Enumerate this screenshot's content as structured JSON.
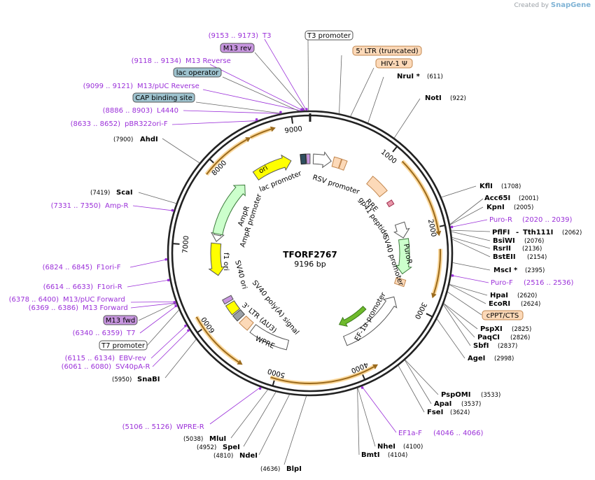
{
  "credit": {
    "prefix": "Created by",
    "brand": "SnapGene"
  },
  "plasmid": {
    "name": "TFORF2767",
    "size": "9196 bp",
    "length": 9196
  },
  "ticks": [
    "1000",
    "2000",
    "3000",
    "4000",
    "5000",
    "6000",
    "7000",
    "8000",
    "9000"
  ],
  "sites": [
    {
      "name": "NruI *",
      "pos": "(611)"
    },
    {
      "name": "NotI",
      "pos": "(922)"
    },
    {
      "name": "KflI",
      "pos": "(1708)"
    },
    {
      "name": "Acc65I",
      "pos": "(2001)"
    },
    {
      "name": "KpnI",
      "pos": "(2005)"
    },
    {
      "name": "PflFI",
      "pos": "(2062)",
      "extra": "Tth111I"
    },
    {
      "name": "BsiWI",
      "pos": "(2076)"
    },
    {
      "name": "RsrII",
      "pos": "(2136)"
    },
    {
      "name": "BstEII",
      "pos": "(2154)"
    },
    {
      "name": "MscI *",
      "pos": "(2395)"
    },
    {
      "name": "HpaI",
      "pos": "(2620)"
    },
    {
      "name": "EcoRI",
      "pos": "(2624)"
    },
    {
      "name": "PspXI",
      "pos": "(2825)"
    },
    {
      "name": "PaqCI",
      "pos": "(2826)"
    },
    {
      "name": "SbfI",
      "pos": "(2837)"
    },
    {
      "name": "AgeI",
      "pos": "(2998)"
    },
    {
      "name": "PspOMI",
      "pos": "(3533)"
    },
    {
      "name": "ApaI",
      "pos": "(3537)"
    },
    {
      "name": "FseI",
      "pos": "(3624)"
    },
    {
      "name": "NheI",
      "pos": "(4100)"
    },
    {
      "name": "BmtI",
      "pos": "(4104)"
    },
    {
      "name": "BlpI",
      "pos": "(4636)"
    },
    {
      "name": "NdeI",
      "pos": "(4810)"
    },
    {
      "name": "SpeI",
      "pos": "(4952)"
    },
    {
      "name": "MluI",
      "pos": "(5038)"
    },
    {
      "name": "SnaBI",
      "pos": "(5950)"
    },
    {
      "name": "ScaI",
      "pos": "(7419)"
    },
    {
      "name": "AhdI",
      "pos": "(7900)"
    }
  ],
  "primers": [
    {
      "range": "(9153 .. 9173)",
      "name": "T3"
    },
    {
      "range": "(9118 .. 9134)",
      "name": "M13 Reverse"
    },
    {
      "range": "(9099 .. 9121)",
      "name": "M13/pUC Reverse"
    },
    {
      "range": "(8886 .. 8903)",
      "name": "L4440"
    },
    {
      "range": "(8633 .. 8652)",
      "name": "pBR322ori-F"
    },
    {
      "range": "(7331 .. 7350)",
      "name": "Amp-R"
    },
    {
      "range": "(6824 .. 6845)",
      "name": "F1ori-F"
    },
    {
      "range": "(6614 .. 6633)",
      "name": "F1ori-R"
    },
    {
      "range": "(6378 .. 6400)",
      "name": "M13/pUC Forward"
    },
    {
      "range": "(6369 .. 6386)",
      "name": "M13 Forward"
    },
    {
      "range": "(6340 .. 6359)",
      "name": "T7"
    },
    {
      "range": "(6115 .. 6134)",
      "name": "EBV-rev"
    },
    {
      "range": "(6061 .. 6080)",
      "name": "SV40pA-R"
    },
    {
      "range": "(5106 .. 5126)",
      "name": "WPRE-R"
    },
    {
      "range": "(2020 .. 2039)",
      "name": "Puro-R"
    },
    {
      "range": "(2516 .. 2536)",
      "name": "Puro-F"
    },
    {
      "range": "(4046 .. 4066)",
      "name": "EF1a-F"
    }
  ],
  "outside_boxes": [
    {
      "label": "T3 promoter",
      "style": "promoter"
    },
    {
      "label": "5' LTR (truncated)",
      "style": "ltr"
    },
    {
      "label": "HIV-1 Ψ",
      "style": "ltr"
    },
    {
      "label": "M13 rev",
      "style": "primerbind"
    },
    {
      "label": "lac operator",
      "style": "protein"
    },
    {
      "label": "CAP binding site",
      "style": "protein"
    },
    {
      "label": "cPPT/CTS",
      "style": "ltr"
    },
    {
      "label": "M13 fwd",
      "style": "primerbind"
    },
    {
      "label": "T7 promoter",
      "style": "promoter"
    }
  ],
  "features": [
    {
      "label": "ori"
    },
    {
      "label": "lac promoter"
    },
    {
      "label": "RSV promoter"
    },
    {
      "label": "RRE"
    },
    {
      "label": "gp41 peptide"
    },
    {
      "label": "SV40 promoter"
    },
    {
      "label": "PuroR"
    },
    {
      "label": "EF-1α promoter"
    },
    {
      "label": "AmpR"
    },
    {
      "label": "AmpR promoter"
    },
    {
      "label": "f1 ori"
    },
    {
      "label": "SV40 ori"
    },
    {
      "label": "SV40 poly(A) signal"
    },
    {
      "label": "3' LTR (ΔU3)"
    },
    {
      "label": "WPRE"
    }
  ],
  "colors": {
    "backbone": "#222222",
    "primer": "#9b30d9",
    "ltr_fill": "#fcd9b8",
    "ltr_stroke": "#c2874f",
    "promoter_fill": "#ffffff",
    "promoter_stroke": "#555555",
    "protein_fill": "#9ec3cf",
    "primerbind_fill": "#c896e0",
    "ori_fill": "#ffff00",
    "ampr_fill": "#ccffcc",
    "orf_stroke": "#9b6a1c",
    "orf_glow": "#fbd89b",
    "efla_fill": "#6fba2c"
  }
}
